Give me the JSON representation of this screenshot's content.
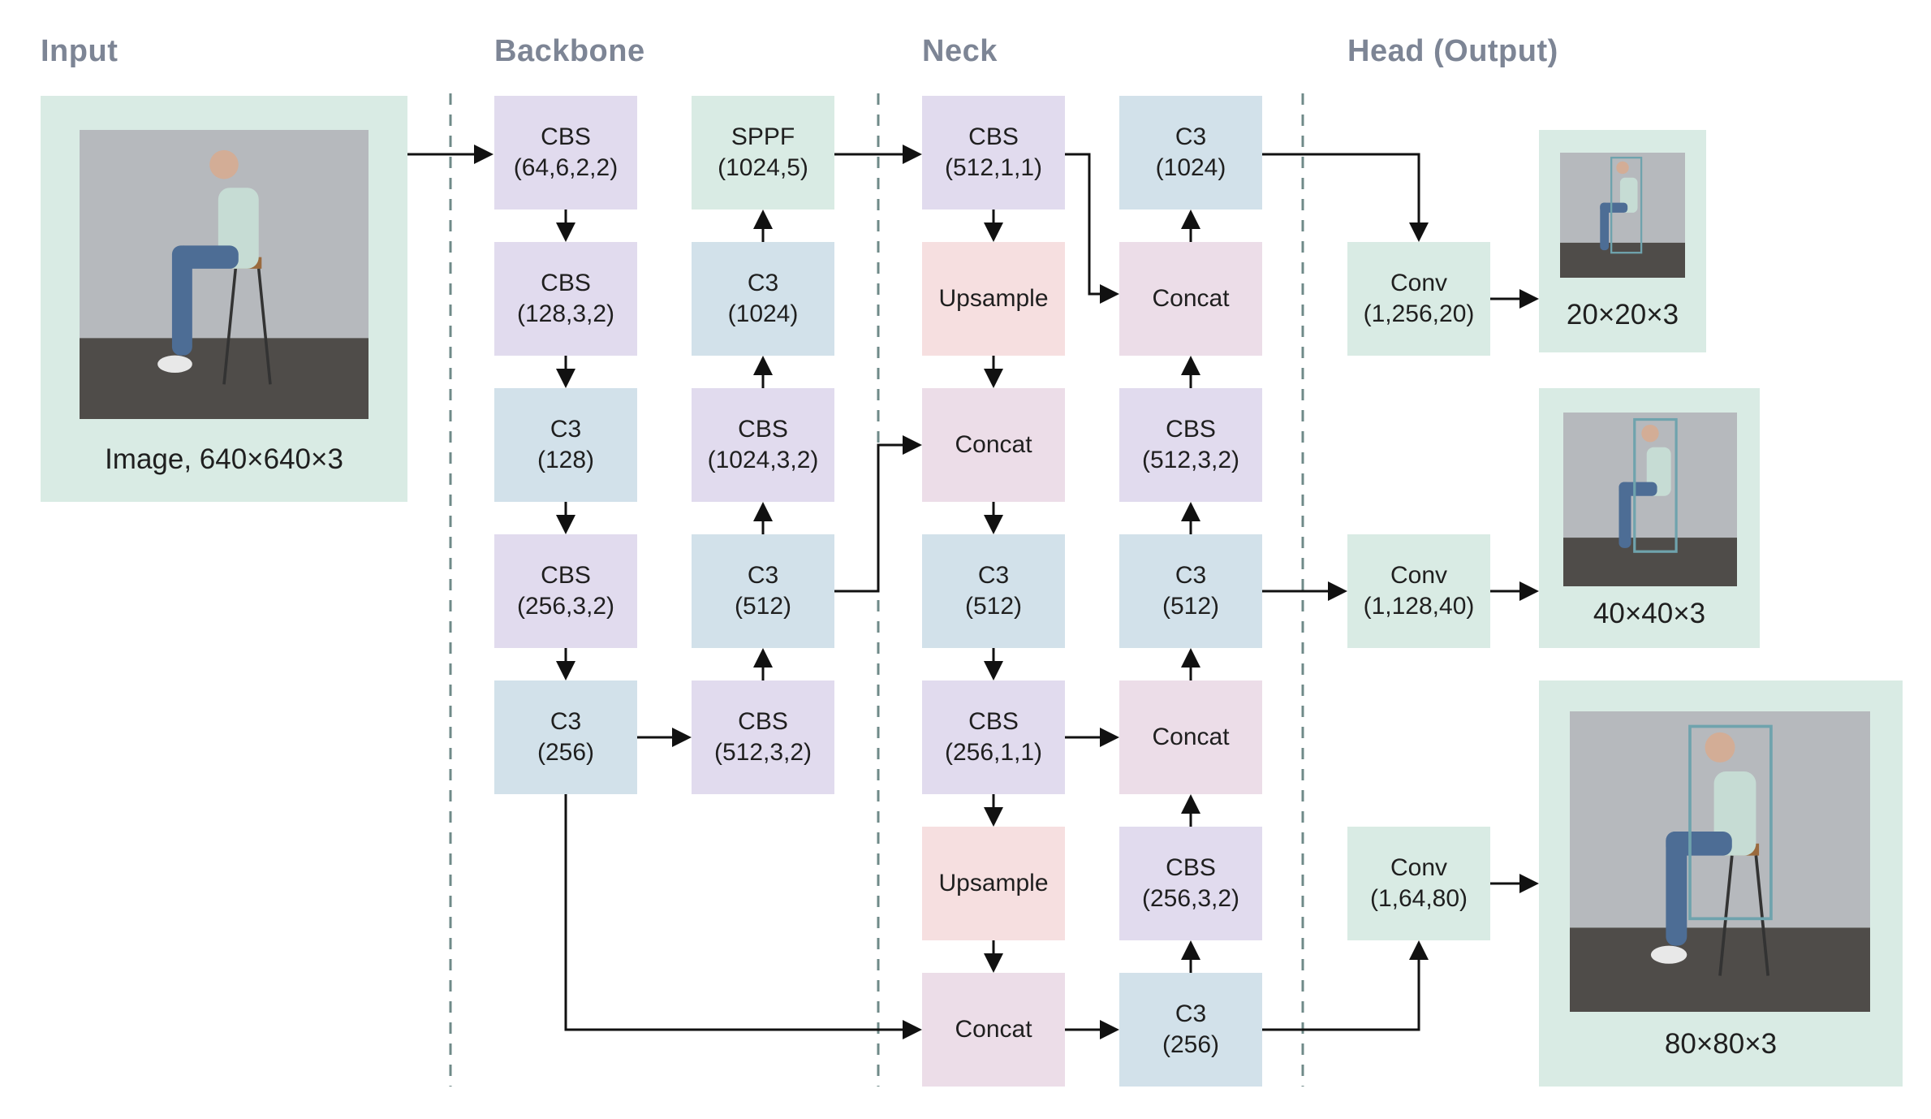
{
  "sections": {
    "input": "Input",
    "backbone": "Backbone",
    "neck": "Neck",
    "head": "Head (Output)"
  },
  "input_image": {
    "caption": "Image, 640×640×3",
    "depiction": "seated-person-photo"
  },
  "backbone": {
    "col1": [
      {
        "name": "CBS",
        "params": "(64,6,2,2)"
      },
      {
        "name": "CBS",
        "params": "(128,3,2)"
      },
      {
        "name": "C3",
        "params": "(128)"
      },
      {
        "name": "CBS",
        "params": "(256,3,2)"
      },
      {
        "name": "C3",
        "params": "(256)"
      }
    ],
    "col2": [
      {
        "name": "SPPF",
        "params": "(1024,5)"
      },
      {
        "name": "C3",
        "params": "(1024)"
      },
      {
        "name": "CBS",
        "params": "(1024,3,2)"
      },
      {
        "name": "C3",
        "params": "(512)"
      },
      {
        "name": "CBS",
        "params": "(512,3,2)"
      }
    ]
  },
  "neck": {
    "col1": [
      {
        "name": "CBS",
        "params": "(512,1,1)"
      },
      {
        "name": "Upsample",
        "params": ""
      },
      {
        "name": "Concat",
        "params": ""
      },
      {
        "name": "C3",
        "params": "(512)"
      },
      {
        "name": "CBS",
        "params": "(256,1,1)"
      },
      {
        "name": "Upsample",
        "params": ""
      },
      {
        "name": "Concat",
        "params": ""
      }
    ],
    "col2": [
      {
        "name": "C3",
        "params": "(1024)"
      },
      {
        "name": "Concat",
        "params": ""
      },
      {
        "name": "CBS",
        "params": "(512,3,2)"
      },
      {
        "name": "C3",
        "params": "(512)"
      },
      {
        "name": "Concat",
        "params": ""
      },
      {
        "name": "CBS",
        "params": "(256,3,2)"
      },
      {
        "name": "C3",
        "params": "(256)"
      }
    ]
  },
  "head": {
    "convs": [
      {
        "name": "Conv",
        "params": "(1,256,20)"
      },
      {
        "name": "Conv",
        "params": "(1,128,40)"
      },
      {
        "name": "Conv",
        "params": "(1,64,80)"
      }
    ],
    "outputs": [
      {
        "caption": "20×20×3"
      },
      {
        "caption": "40×40×3"
      },
      {
        "caption": "80×80×3"
      }
    ]
  },
  "colors": {
    "cbs": "#e1dbee",
    "c3": "#d2e1ea",
    "sppf_conv_panel": "#d9ebe4",
    "upsample": "#f6dfe0",
    "concat": "#ecdde8",
    "section_title": "#7d8595",
    "divider": "#6f8a88",
    "arrow": "#111111",
    "bbox": "#6fa3ad"
  }
}
